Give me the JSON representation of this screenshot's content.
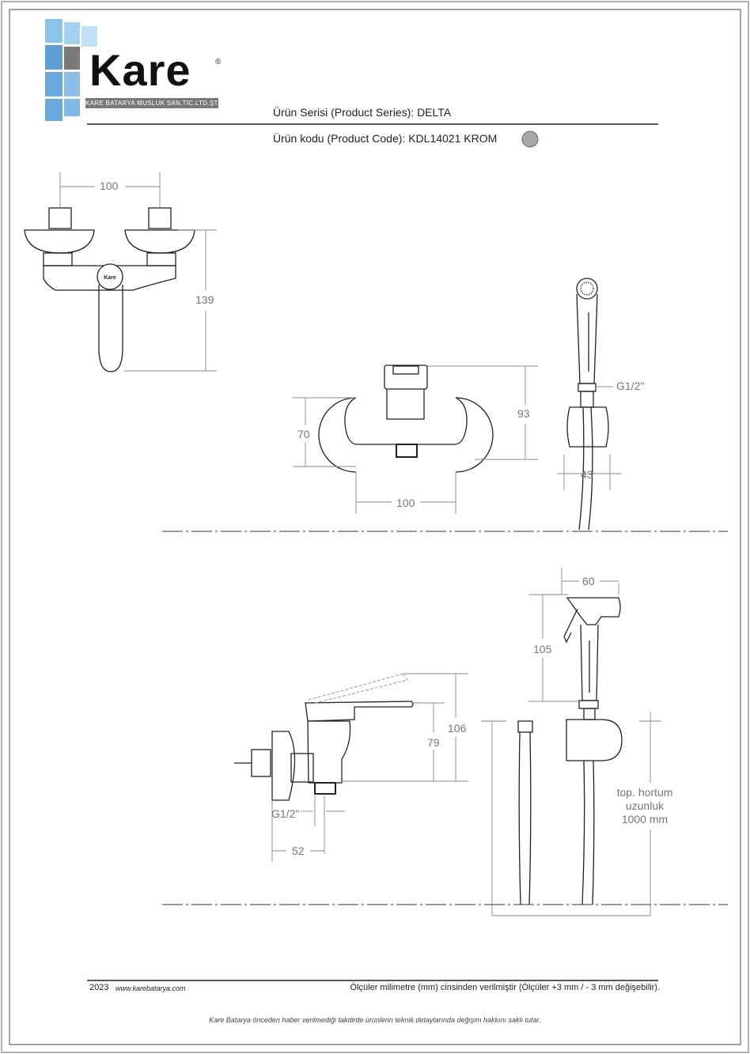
{
  "brand": {
    "name": "Kare",
    "registered": "®",
    "company": "KARE BATARYA MUSLUK SAN.TİC.LTD.ŞTİ."
  },
  "header": {
    "series_label": "Ürün Serisi (Product Series):",
    "series_value": "DELTA",
    "code_label": "Ürün kodu (Product Code):",
    "code_value": "KDL14021 KROM",
    "finish_swatch_color": "#a9a9a9"
  },
  "dimensions": {
    "top_width": "100",
    "top_height": "139",
    "front_height_total": "93",
    "front_height_body": "70",
    "front_width": "100",
    "handshower_thread": "G1/2\"",
    "handshower_width": "43",
    "spray_width": "60",
    "spray_height": "105",
    "side_height_lever": "106",
    "side_height_body": "79",
    "side_thread": "G1/2\"",
    "side_depth": "52",
    "hose_text": [
      "top. hortum",
      "uzunluk",
      "1000 mm"
    ]
  },
  "logo_badge": "Kare",
  "footer": {
    "year": "2023",
    "website": "www.karebatarya.com",
    "tolerance_note": "Ölçüler milimetre (mm) cinsinden verilmiştir (Ölçüler  +3 mm / - 3 mm değişebilir).",
    "disclaimer": "Kare Batarya önceden haber verilmediği takdirde ürünlerin teknik detaylarında değişim hakkını saklı tutar."
  }
}
